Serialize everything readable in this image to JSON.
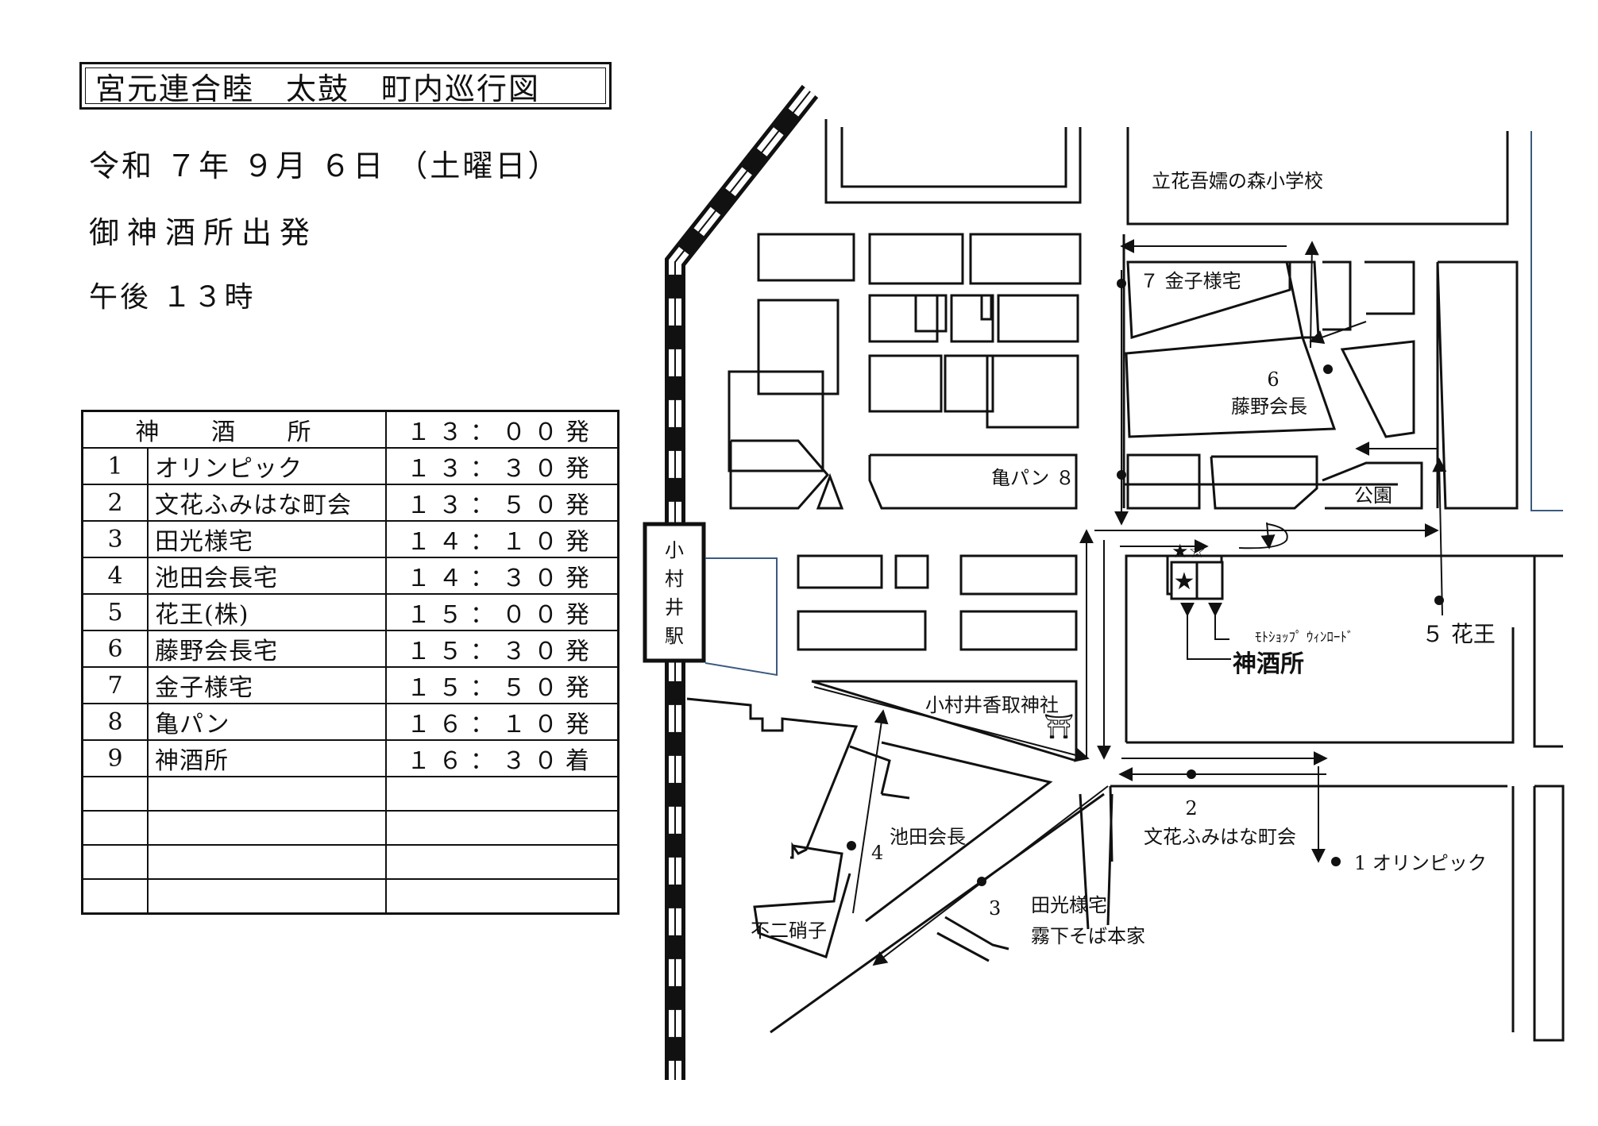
{
  "header": {
    "title": "宮元連合睦　太鼓　町内巡行図",
    "date": "令和 ７年 ９月 ６日 （土曜日）",
    "departure": "御神酒所出発",
    "start_time": "午後 １３時"
  },
  "schedule": {
    "header": {
      "name": "神 酒 所",
      "time": "１３：００発"
    },
    "rows": [
      {
        "no": "1",
        "name": "オリンピック",
        "time": "１３：３０発"
      },
      {
        "no": "2",
        "name": "文花ふみはな町会",
        "time": "１３：５０発"
      },
      {
        "no": "3",
        "name": "田光様宅",
        "time": "１４：１０発"
      },
      {
        "no": "4",
        "name": "池田会長宅",
        "time": "１４：３０発"
      },
      {
        "no": "5",
        "name": "花王(株)",
        "time": "１５：００発"
      },
      {
        "no": "6",
        "name": "藤野会長宅",
        "time": "１５：３０発"
      },
      {
        "no": "7",
        "name": "金子様宅",
        "time": "１５：５０発"
      },
      {
        "no": "8",
        "name": "亀パン",
        "time": "１６：１０発"
      },
      {
        "no": "9",
        "name": "神酒所",
        "time": "１６：３０着"
      },
      {
        "no": "",
        "name": "",
        "time": ""
      },
      {
        "no": "",
        "name": "",
        "time": ""
      },
      {
        "no": "",
        "name": "",
        "time": ""
      },
      {
        "no": "",
        "name": "",
        "time": ""
      }
    ]
  },
  "map": {
    "station": [
      "小",
      "村",
      "井",
      "駅"
    ],
    "school": "立花吾嬬の森小学校",
    "stop7": "７ 金子様宅",
    "stop6_no": "6",
    "stop6_name": "藤野会長",
    "kamepan": "亀パン ８",
    "park": "公園",
    "stars": "★☆",
    "motoshop": "ﾓﾄｼｮｯﾌﾟ ｳｨﾝﾛｰﾄﾞ",
    "kao": "５ 花王",
    "mikisho": "神酒所",
    "shrine": "小村井香取神社",
    "stop2_no": "2",
    "stop2_name": "文花ふみはな町会",
    "stop1": "1 オリンピック",
    "stop4_no": "4",
    "stop4_name": "池田会長",
    "stop3_no": "3",
    "stop3_name": "田光様宅",
    "soba": "霧下そば本家",
    "fuji": "不二硝子",
    "torii_icon": "⛩",
    "colors": {
      "star_red": "#e02020",
      "torii": "#d03030",
      "blue_line": "#3b5a80"
    }
  }
}
